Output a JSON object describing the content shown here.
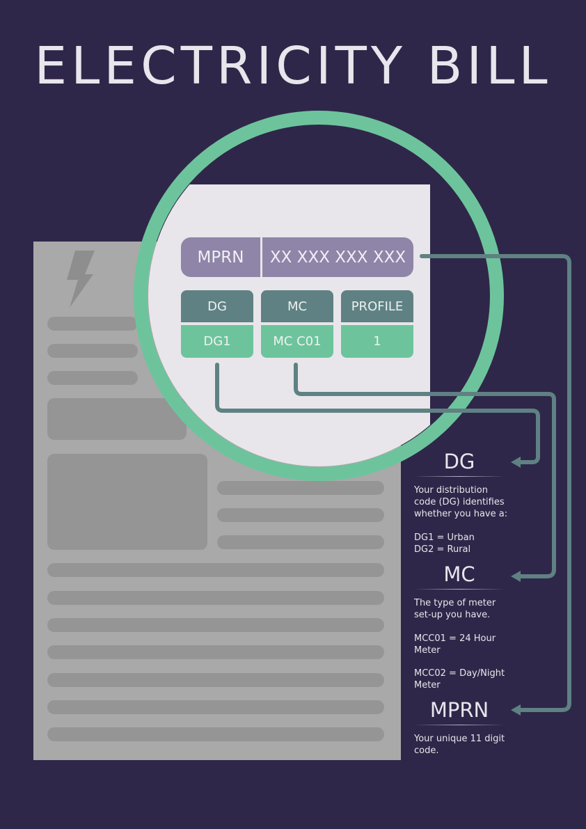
{
  "title": "ELECTRICITY BILL",
  "mprn": {
    "label": "MPRN",
    "value": "XX XXX XXX XXX"
  },
  "fields": [
    {
      "header": "DG",
      "value": "DG1"
    },
    {
      "header": "MC",
      "value": "MC C01"
    },
    {
      "header": "PROFILE",
      "value": "1"
    }
  ],
  "legend": {
    "dg": {
      "heading": "DG",
      "desc": "Your distribution code (DG) identifies whether you have a:",
      "line1": "DG1 = Urban",
      "line2": "DG2 = Rural"
    },
    "mc": {
      "heading": "MC",
      "desc": "The type of meter set-up you have.",
      "line1": "MCC01 = 24 Hour Meter",
      "line2": "MCC02 = Day/Night Meter"
    },
    "mprn": {
      "heading": "MPRN",
      "desc": "Your unique 11 digit code."
    }
  },
  "icons": {
    "bill": "lightning-bolt-icon"
  },
  "colors": {
    "background": "#2f2749",
    "bill": "#a9a9a9",
    "ring": "#6dc49c",
    "connector": "#5f8183",
    "mprn_box": "#8e85a8",
    "field_header": "#5f8183",
    "field_value": "#6dc49c"
  }
}
